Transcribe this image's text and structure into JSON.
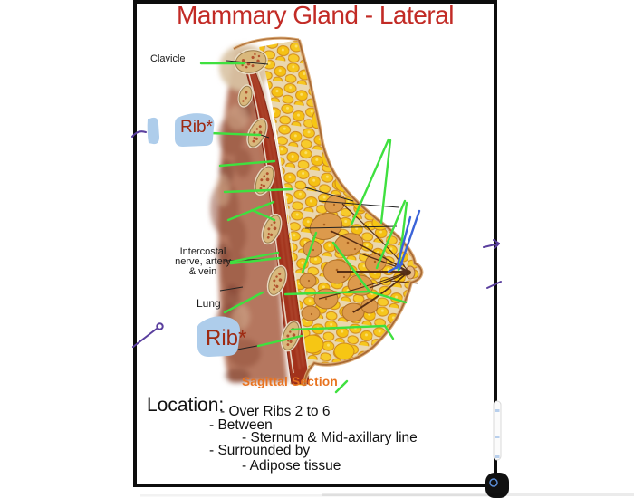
{
  "slide": {
    "title": "Mammary Gland - Lateral",
    "caption": "Sagittal Section",
    "location": {
      "heading": "Location:",
      "item1": "- Over Ribs 2 to 6",
      "item2": "- Between",
      "item3": "- Sternum & Mid-axillary line",
      "item4": "- Surrounded by",
      "item5": "- Adipose tissue"
    }
  },
  "labels": {
    "clavicle": "Clavicle",
    "rib_upper": "Rib*",
    "rib_lower": "Rib*",
    "intercostal": [
      "Intercostal",
      "nerve, artery",
      "& vein"
    ],
    "lung": "Lung"
  },
  "colors": {
    "title_red": "#c22b26",
    "caption_orange": "#e8731f",
    "rib_label_red": "#9e2a12",
    "label_highlight_blue": "#aecdeb",
    "annotation_green": "#3fe03f",
    "annotation_purple": "#5a3f9e",
    "annotation_blue": "#3a63d8",
    "fat_yellow": "#f5c71f",
    "gland_orange": "#dc9a4c",
    "muscle_red": "#a2321c",
    "bone_tan": "#d9b87c",
    "slide_border": "#0d0d0d"
  },
  "icons": {
    "bottom_right_logo": "circle-logo",
    "scrollbar": "scrollbar-thumb"
  }
}
